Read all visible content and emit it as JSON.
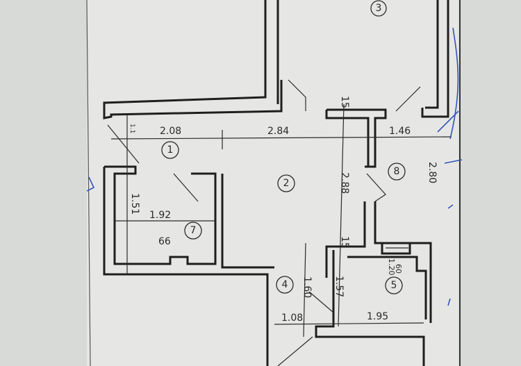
{
  "plan": {
    "rooms": [
      "1",
      "2",
      "3",
      "4",
      "5",
      "7",
      "8"
    ],
    "dimensions": {
      "d_208": "2.08",
      "d_284": "2.84",
      "d_146": "1.46",
      "d_15_top": "15",
      "d_288": "2.88",
      "d_280": "2.80",
      "d_151": "1.51",
      "d_192": "1.92",
      "d_66": "66",
      "d_15_mid": "15",
      "d_160": "1.60",
      "d_157": "1.57",
      "d_120": "1.20",
      "d_60": "60",
      "d_108": "1.08",
      "d_195": "1.95",
      "d_11": "1.1"
    },
    "colors": {
      "paper": "#e6e7e4",
      "ink": "#1e1e1e",
      "pen": "#3552b8"
    }
  }
}
